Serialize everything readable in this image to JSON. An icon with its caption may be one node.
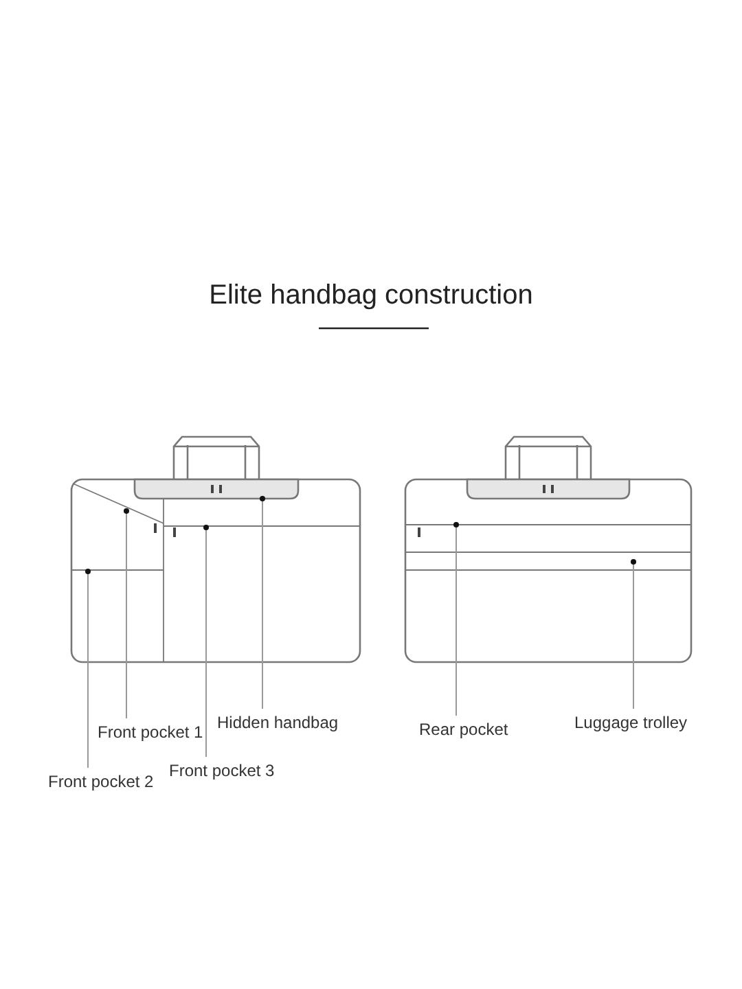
{
  "diagram": {
    "title": "Elite handbag construction",
    "nodes": [
      {
        "text": [
          "Front pocket 1"
        ]
      },
      {
        "text": [
          "Hidden handbag"
        ]
      },
      {
        "text": [
          "Rear pocket"
        ]
      },
      {
        "text": [
          "Luggage trolley"
        ]
      },
      {
        "text": [
          "Front pocket 3"
        ]
      },
      {
        "text": [
          "Front pocket 2"
        ]
      }
    ],
    "edges": [
      {
        "from": 0,
        "to": null,
        "arrow": "other"
      },
      {
        "from": 1,
        "to": null,
        "arrow": "other"
      },
      {
        "from": 2,
        "to": null,
        "arrow": "other"
      },
      {
        "from": 3,
        "to": null,
        "arrow": "other"
      },
      {
        "from": 4,
        "to": null,
        "arrow": "other"
      },
      {
        "from": 5,
        "to": null,
        "arrow": "other"
      }
    ]
  }
}
